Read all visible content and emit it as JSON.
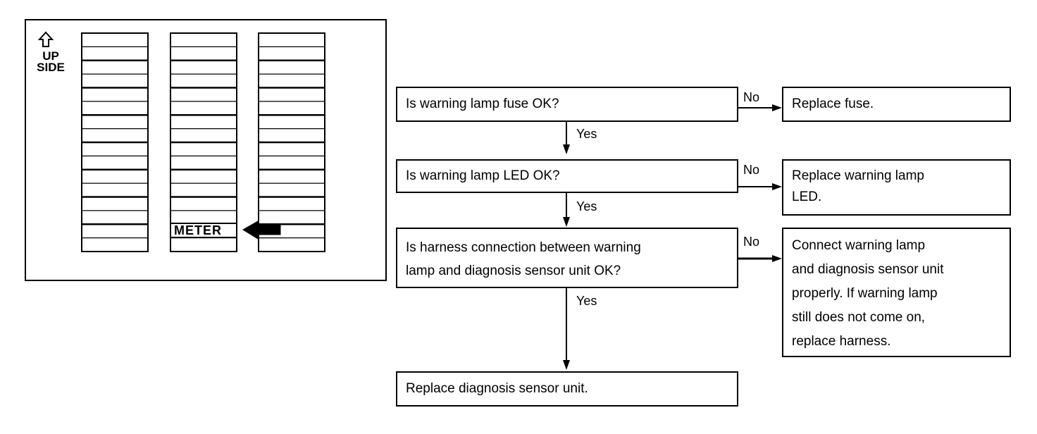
{
  "fuse_panel": {
    "orientation_label": "UP\nSIDE",
    "meter_label": "METER",
    "arrow_icon": "left-arrow-icon",
    "up_icon": "up-arrow-outline-icon"
  },
  "flowchart": {
    "q1": "Is warning lamp fuse OK?",
    "q2": "Is warning lamp LED OK?",
    "q3": "Is harness connection between warning\nlamp and diagnosis sensor unit OK?",
    "a1": "Replace fuse.",
    "a2": "Replace warning lamp\nLED.",
    "a3": "Connect warning lamp\nand diagnosis sensor unit\nproperly. If warning lamp\nstill does not come on,\nreplace harness.",
    "end": "Replace diagnosis sensor unit.",
    "no_label": "No",
    "yes_label": "Yes"
  }
}
